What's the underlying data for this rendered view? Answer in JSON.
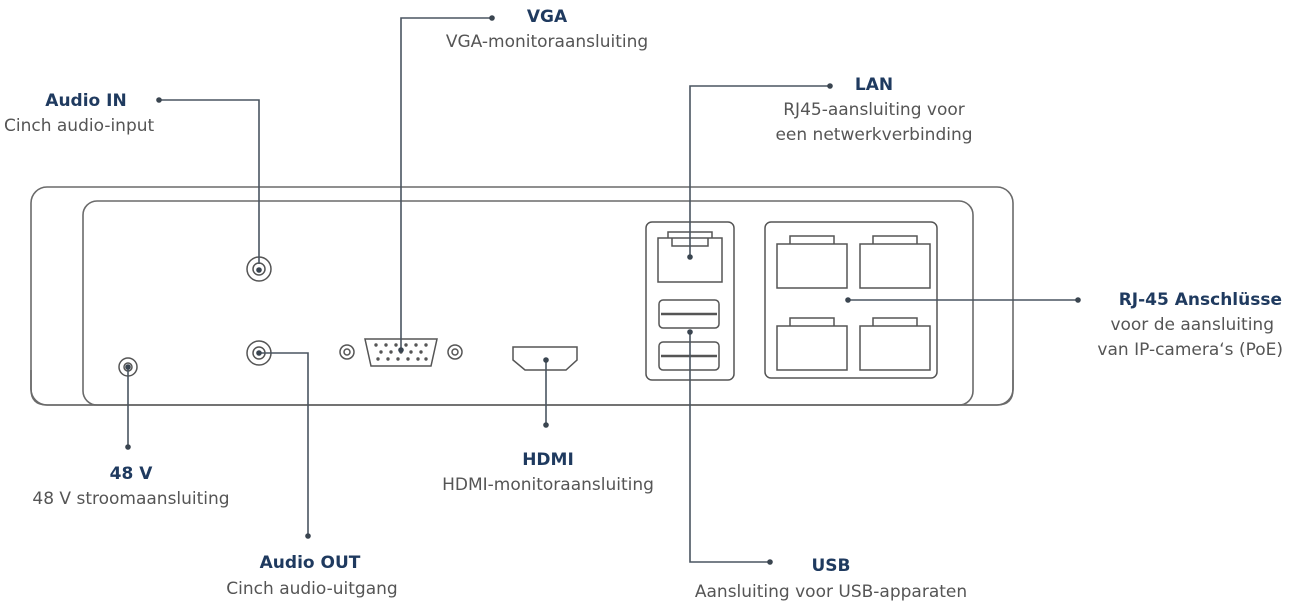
{
  "labels": {
    "vga": {
      "title": "VGA",
      "desc": "VGA-monitoraansluiting"
    },
    "audio_in": {
      "title": "Audio IN",
      "desc": "Cinch audio-input"
    },
    "lan": {
      "title": "LAN",
      "desc_line1": "RJ45-aansluiting voor",
      "desc_line2": "een netwerkverbinding"
    },
    "rj45": {
      "title": "RJ-45 Anschlüsse",
      "desc_line1": "voor de aansluiting",
      "desc_line2": "van IP-camera‘s (PoE)"
    },
    "power": {
      "title": "48 V",
      "desc": "48 V stroomaansluiting"
    },
    "hdmi": {
      "title": "HDMI",
      "desc": "HDMI-monitoraansluiting"
    },
    "audio_out": {
      "title": "Audio OUT",
      "desc": "Cinch audio-uitgang"
    },
    "usb": {
      "title": "USB",
      "desc": "Aansluiting voor USB-apparaten"
    }
  },
  "colors": {
    "title": "#1f3a5f",
    "desc": "#555555",
    "outline": "#666666",
    "leader": "#4a5560"
  }
}
